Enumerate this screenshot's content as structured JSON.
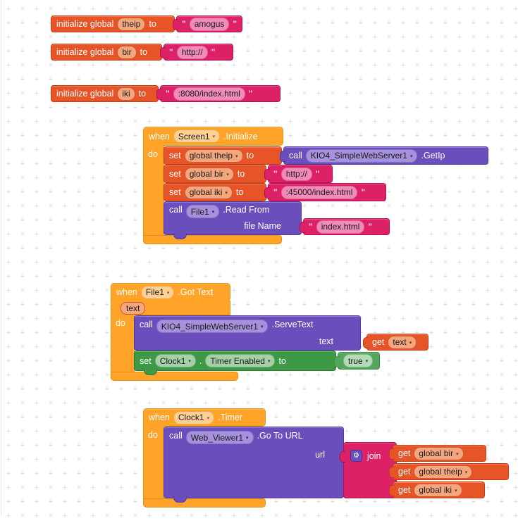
{
  "workspace": {
    "grid_glyph": "+"
  },
  "colors": {
    "event_gold": "#FFA428",
    "variable_orange": "#E65427",
    "text_pink": "#DC2166",
    "component_purple": "#6A4FBC",
    "component_green": "#3D9946",
    "logic_green": "#54A65C"
  },
  "kw": {
    "initialize_global": "initialize global",
    "to": "to",
    "when": "when",
    "do": "do",
    "set": "set",
    "call": "call",
    "get": "get",
    "quote": "\"",
    "dropdown": "▾",
    "join": "join",
    "gear": "⚙",
    "url": "url",
    "dot": "."
  },
  "globals": [
    {
      "name": "theip",
      "value": "amogus"
    },
    {
      "name": "bir",
      "value": "http://"
    },
    {
      "name": "iki",
      "value": ":8080/index.html"
    }
  ],
  "screen1": {
    "component": "Screen1",
    "event": ".Initialize",
    "set_theip": {
      "var": "global theip",
      "comp": "KIO4_SimpleWebServer1",
      "method": ".GetIp"
    },
    "set_bir": {
      "var": "global bir",
      "value": "http://"
    },
    "set_iki": {
      "var": "global iki",
      "value": ":45000/index.html"
    },
    "read": {
      "comp": "File1",
      "method": ".Read From",
      "param": "file Name",
      "value": "index.html"
    }
  },
  "file1": {
    "component": "File1",
    "event": ".Got Text",
    "param": "text",
    "serve": {
      "comp": "KIO4_SimpleWebServer1",
      "method": ".ServeText",
      "param": "text",
      "arg": "text"
    },
    "timer": {
      "comp": "Clock1",
      "prop": "Timer Enabled",
      "value": "true"
    }
  },
  "clock1": {
    "component": "Clock1",
    "event": ".Timer",
    "goto": {
      "comp": "Web_Viewer1",
      "method": ".Go To URL",
      "param": "url"
    },
    "join_args": [
      "global bir",
      "global theip",
      "global iki"
    ]
  }
}
